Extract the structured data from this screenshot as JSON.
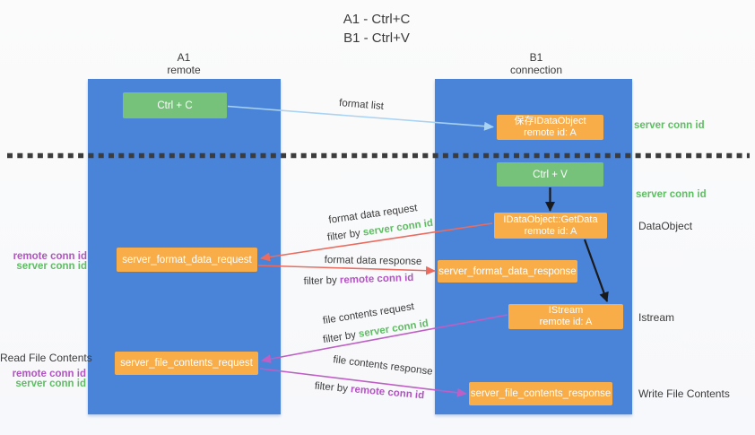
{
  "title": {
    "line1": "A1 - Ctrl+C",
    "line2": "B1 - Ctrl+V"
  },
  "columns": {
    "left": {
      "name": "A1",
      "role": "remote"
    },
    "right": {
      "name": "B1",
      "role": "connection"
    }
  },
  "nodes": {
    "ctrl_c": {
      "label": "Ctrl + C"
    },
    "ctrl_v": {
      "label": "Ctrl + V"
    },
    "save_dataobject": {
      "line1": "保存IDataObject",
      "line2": "remote id: A"
    },
    "getdata": {
      "line1": "IDataObject::GetData",
      "line2": "remote id: A"
    },
    "istream": {
      "line1": "IStream",
      "line2": "remote id: A"
    },
    "format_request": {
      "label": "server_format_data_request"
    },
    "format_response": {
      "label": "server_format_data_response"
    },
    "file_request": {
      "label": "server_file_contents_request"
    },
    "file_response": {
      "label": "server_file_contents_response"
    }
  },
  "side_labels": {
    "server_conn_id_top": "server conn id",
    "server_conn_id_mid": "server conn id",
    "dataobject": "DataObject",
    "istream": "Istream",
    "write_file_contents": "Write File Contents",
    "read_file_contents": "Read File Contents",
    "format_remote_conn_id": "remote conn id",
    "format_server_conn_id": "server conn id",
    "file_remote_conn_id": "remote conn id",
    "file_server_conn_id": "server conn id"
  },
  "arrow_labels": {
    "format_list": "format list",
    "format_data_request": "format data request",
    "filter1_prefix": "filter by ",
    "filter1_id": "server conn id",
    "format_data_response": "format data response",
    "filter2_prefix": "filter by ",
    "filter2_id": "remote conn id",
    "file_contents_request": "file contents request",
    "filter3_prefix": "filter by ",
    "filter3_id": "server conn id",
    "file_contents_response": "file contents response",
    "filter4_prefix": "filter by ",
    "filter4_id": "remote conn id"
  },
  "colors": {
    "column_blue": "#4a84d9",
    "box_green": "#76c27a",
    "box_orange": "#f8ad49",
    "id_green": "#5fbd63",
    "id_purple": "#b153c1",
    "arrow_salmon": "#ec6b5f",
    "arrow_magenta": "#bd5fc4",
    "arrow_lightblue": "#a9d3f2",
    "arrow_black": "#1a1a1a",
    "text_dark": "#3b3b3b"
  }
}
